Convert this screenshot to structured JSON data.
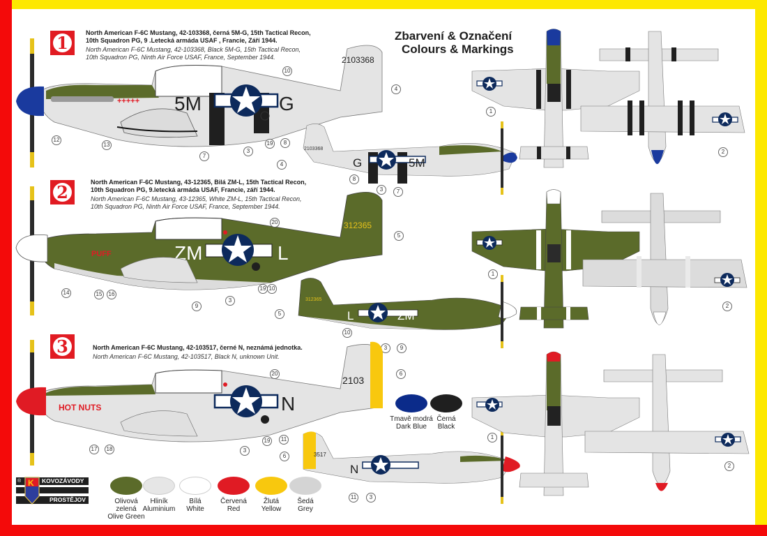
{
  "title": {
    "line1": "Zbarvení & Označení",
    "line2": "Colours & Markings"
  },
  "profiles": [
    {
      "number": "1",
      "caption_cz": [
        "North American F-6C Mustang, 42-103368, černá 5M-G, 15th Tactical Recon,",
        "10th Squadron PG, 9 .Letecká armáda USAF , Francie, Září 1944."
      ],
      "caption_en": [
        "North American F-6C Mustang, 42-103368, Black 5M-G, 15th Tactical Recon,",
        "10th Squadron PG, Ninth Air Force USAF, France, September 1944."
      ],
      "fuselage_code_left": "5M",
      "fuselage_code_right": "G",
      "tail_serial": "2103368",
      "callouts_left": [
        "10",
        "4",
        "12",
        "13",
        "7",
        "3",
        "19",
        "8"
      ],
      "callouts_right": [
        "4",
        "8",
        "3",
        "7"
      ],
      "top_view_callout": "1",
      "bottom_view_callout": "2"
    },
    {
      "number": "2",
      "caption_cz": [
        "North American F-6C Mustang, 43-12365, Bilá ZM-L, 15th Tactical Recon,",
        "10th Squadron PG, 9.letecká armáda USAF, Francie, září 1944."
      ],
      "caption_en": [
        "North American F-6C Mustang, 43-12365, White ZM-L, 15th Tactical Recon,",
        "10th Squadron PG, Ninth Air Force USAF, France, September 1944."
      ],
      "fuselage_code_left": "ZM",
      "fuselage_code_right": "L",
      "tail_serial": "312365",
      "nose_art": "PUFF",
      "callouts_left": [
        "20",
        "5",
        "14",
        "15",
        "16",
        "9",
        "3",
        "19",
        "10"
      ],
      "callouts_right": [
        "5",
        "10",
        "3",
        "9"
      ],
      "top_view_callout": "1",
      "bottom_view_callout": "2"
    },
    {
      "number": "3",
      "caption_cz": [
        "North American F-6C Mustang, 42-103517, černé N, neznámá jednotka."
      ],
      "caption_en": [
        "North American F-6C Mustang, 42-103517, Black N, unknown Unit."
      ],
      "fuselage_code_right": "N",
      "tail_serial": "2103",
      "tail_serial_small": "3517",
      "nose_art": "HOT NUTS",
      "callouts_left": [
        "20",
        "6",
        "17",
        "18",
        "3",
        "19",
        "11"
      ],
      "callouts_right": [
        "6",
        "11",
        "3"
      ],
      "top_view_callout": "1",
      "bottom_view_callout": "2"
    }
  ],
  "colour_key": [
    {
      "cz": "Olivová zelená",
      "en": "Olive Green",
      "hex": "#5b6b2a"
    },
    {
      "cz": "Hliník",
      "en": "Aluminium",
      "hex": "#e6e6e6"
    },
    {
      "cz": "Bílá",
      "en": "White",
      "hex": "#ffffff"
    },
    {
      "cz": "Červená",
      "en": "Red",
      "hex": "#e01b24"
    },
    {
      "cz": "Žlutá",
      "en": "Yellow",
      "hex": "#f8c80e"
    },
    {
      "cz": "Šedá",
      "en": "Grey",
      "hex": "#d4d4d4"
    },
    {
      "cz": "Tmavě modrá",
      "en": "Dark Blue",
      "hex": "#0b2b8a"
    },
    {
      "cz": "Černá",
      "en": "Black",
      "hex": "#1f1f1f"
    }
  ],
  "logo": {
    "registered": "®",
    "letter": "K",
    "top": "KOVOZÁVODY",
    "bottom": "PROSTĚJOV"
  },
  "colors": {
    "frame_yellow": "#fde800",
    "frame_red": "#f40a0a",
    "olive": "#5b6b2a",
    "aluminium": "#e3e3e3",
    "insignia_blue": "#0d2a5c",
    "spinner_blue": "#1a3a9e",
    "spinner_red": "#e01b24"
  }
}
